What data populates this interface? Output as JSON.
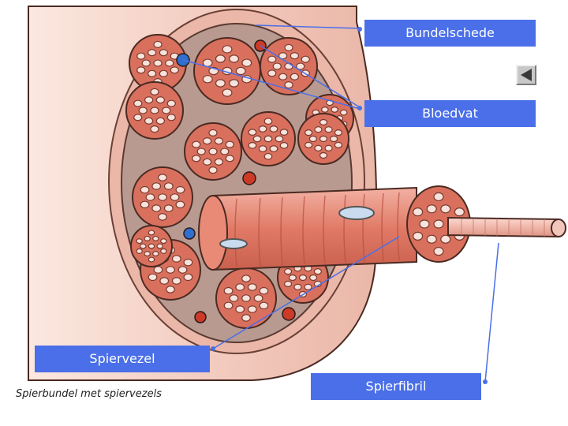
{
  "labels": {
    "bundelschede": "Bundelschede",
    "bloedvat": "Bloedvat",
    "spiervezel": "Spiervezel",
    "spierfibril": "Spierfibril"
  },
  "caption": "Spierbundel met spiervezels",
  "icons": {
    "nav_back": "triangle-left-icon"
  },
  "colors": {
    "label_bg": "#4a6fe8",
    "label_text": "#ffffff",
    "leader_line": "#4a6fe8",
    "muscle_fiber": "#d9705e",
    "fibril": "#f0b6aa",
    "sheath": "#eec2b6",
    "interstitium": "#b89a90",
    "vessel_red": "#cc3a28",
    "vessel_blue": "#2f6fd0"
  }
}
